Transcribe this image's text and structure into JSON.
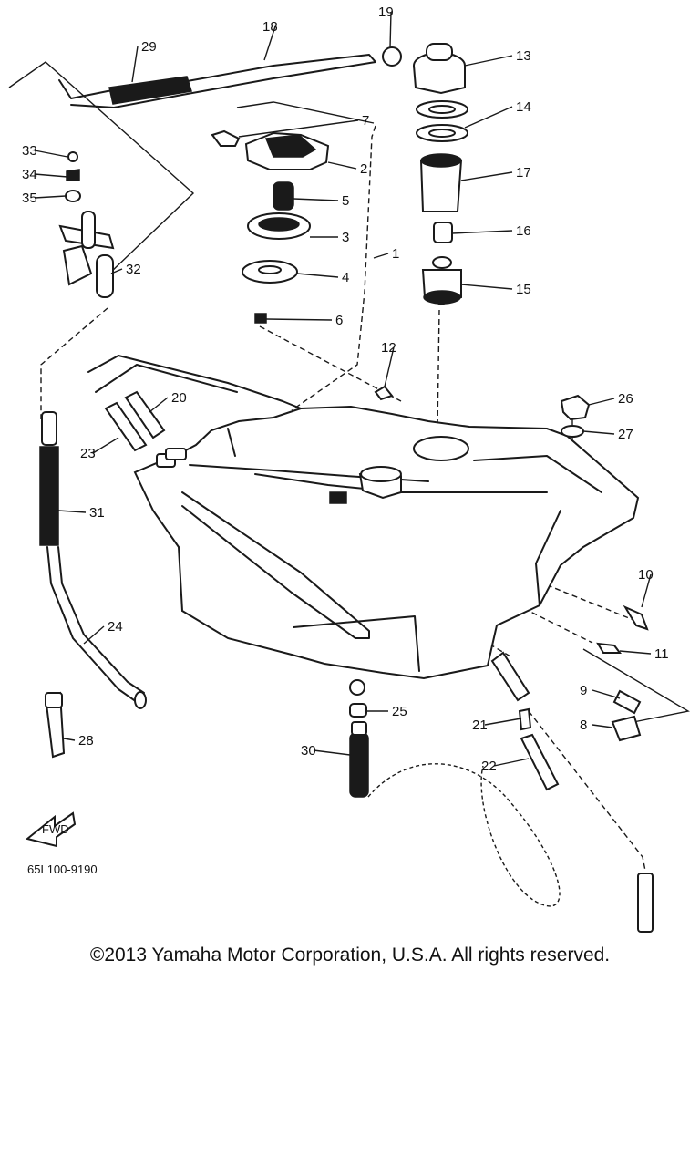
{
  "diagram": {
    "part_callouts": [
      "1",
      "2",
      "3",
      "4",
      "5",
      "6",
      "7",
      "8",
      "9",
      "10",
      "11",
      "12",
      "13",
      "14",
      "15",
      "16",
      "17",
      "18",
      "19",
      "20",
      "21",
      "22",
      "23",
      "24",
      "25",
      "26",
      "27",
      "28",
      "29",
      "30",
      "31",
      "32",
      "33",
      "34",
      "35"
    ],
    "direction_badge": "FWD",
    "drawing_code": "65L100-9190"
  },
  "footer": {
    "copyright": "©2013 Yamaha Motor Corporation, U.S.A. All rights reserved."
  }
}
